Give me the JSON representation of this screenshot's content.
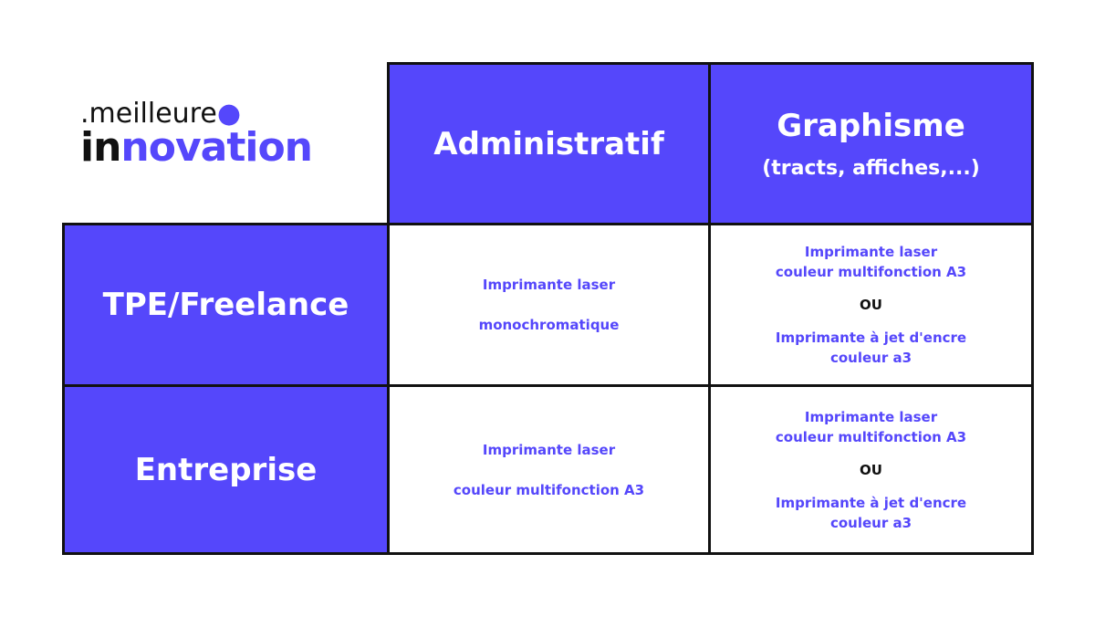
{
  "logo": {
    "top": ".meilleure",
    "bottom_dark": "in",
    "bottom_accent": "novation"
  },
  "columns": [
    {
      "label": "Administratif"
    },
    {
      "label": "Graphisme",
      "sub": "(tracts, affiches,...)"
    }
  ],
  "rows": [
    {
      "label": "TPE/Freelance",
      "admin": {
        "line1": "Imprimante laser",
        "line2": "monochromatique"
      },
      "graph": {
        "opt1_line1": "Imprimante laser",
        "opt1_line2": "couleur multifonction A3",
        "or": "OU",
        "opt2_line1": "Imprimante à jet d'encre",
        "opt2_line2": "couleur a3"
      }
    },
    {
      "label": "Entreprise",
      "admin": {
        "line1": "Imprimante laser",
        "line2": "couleur multifonction A3"
      },
      "graph": {
        "opt1_line1": "Imprimante laser",
        "opt1_line2": "couleur multifonction A3",
        "or": "OU",
        "opt2_line1": "Imprimante à jet d'encre",
        "opt2_line2": "couleur a3"
      }
    }
  ],
  "colors": {
    "accent": "#5547fb",
    "dark": "#111111"
  }
}
